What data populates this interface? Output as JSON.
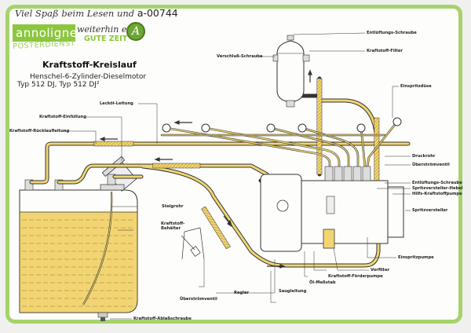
{
  "header": {
    "greeting": "Viel Spaß beim Lesen und",
    "code": "a-00744",
    "logo_text": "annoligne",
    "logo_sub": "POSTERDIENST",
    "continue_text": "weiterhin eine",
    "slogan": "GUTE ZEIT",
    "badge_letter": "A"
  },
  "diagram": {
    "title": "Kraftstoff-Kreislauf",
    "subtitle": "Henschel-6-Zylinder-Dieselmotor",
    "model": "Typ 512 DJ, Typ 512 DJ²",
    "colors": {
      "fuel": "#f2d572",
      "fuel_dark": "#c9a43a",
      "line": "#333333",
      "frame": "#a6d26b"
    },
    "labels": {
      "entlueftung_top": "Entlüftungs-Schraube",
      "kraftstoff_filter": "Kraftstoff-Filter",
      "verschluss": "Verschluß-Schraube",
      "einspritzduese": "Einspritzdüse",
      "leckoel": "Lecköl-Leitung",
      "einfuellung": "Kraftstoff-Einfüllung",
      "ruecklauf": "Kraftstoff-Rücklaufleitung",
      "druckrohr": "Druckrohr",
      "ueberstroem_right": "Überströmventil",
      "entlueftung_pump": "Entlüftungs-Schraube",
      "spritzversteller_hebel": "Spritzversteller-Hebel",
      "hilfs_pumpe": "Hilfs-Kraftstoffpumpe",
      "spritzversteller": "Spritzversteller",
      "steigrohr": "Steigrohr",
      "behaelter": "Kraftstoff-\nBehälter",
      "einspritzpumpe": "Einspritzpumpe",
      "vorfilter": "Vorfilter",
      "foerderpumpe": "Kraftstoff-Förderpumpe",
      "oelmessstab": "Öl-Meßstab",
      "regler": "Regler",
      "saugleitung": "Saugleitung",
      "ueberstroem_detail": "Überströmventil",
      "ablass": "Kraftstoff-Ablaßschraube"
    }
  }
}
